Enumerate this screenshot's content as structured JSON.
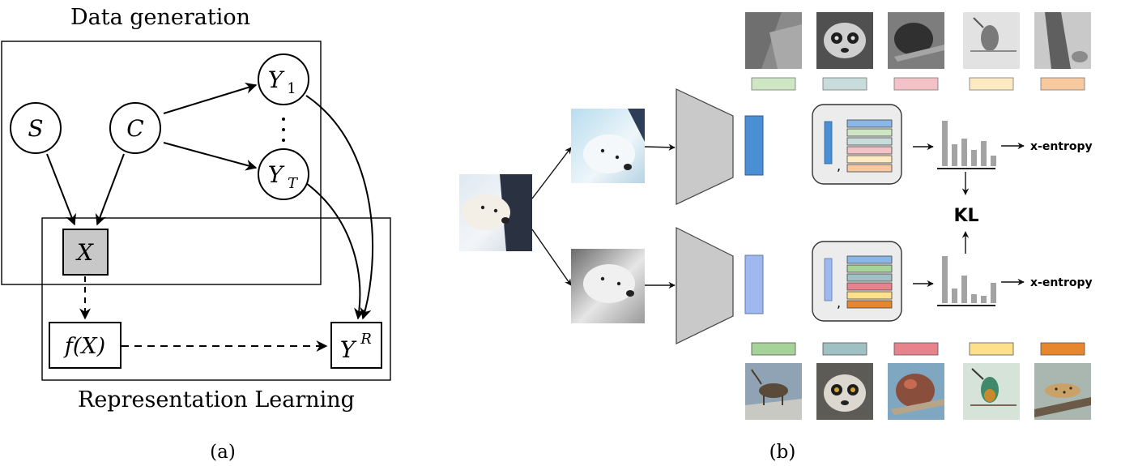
{
  "panel_a": {
    "title_top": "Data generation",
    "title_bottom": "Representation Learning",
    "caption": "(a)",
    "nodes": {
      "S": "S",
      "C": "C",
      "Y1": "Y",
      "Y1_sub": "1",
      "YT": "Y",
      "YT_sub": "T",
      "X": "X",
      "fX": "f(X)",
      "YR": "Y",
      "YR_sup": "R"
    }
  },
  "panel_b": {
    "caption": "(b)",
    "loss_top": "x-entropy",
    "loss_bottom": "x-entropy",
    "kl": "KL",
    "comma": ",",
    "colors": {
      "embed_dark": "#4a8fd4",
      "embed_light": "#9fb9ee",
      "prototype_top": [
        "#cfe6c4",
        "#c9dcdc",
        "#f3c2c6",
        "#fde9c2",
        "#f8c89f"
      ],
      "prototype_bottom": [
        "#a6d39a",
        "#9fc1c4",
        "#e8838e",
        "#fde08a",
        "#e8862e"
      ]
    },
    "images_top": [
      "rock-gray-image",
      "lemur-gray-image",
      "bird-gray-image",
      "hummingbird-gray-image",
      "tree-gray-image"
    ],
    "images_bottom": [
      "ibex-image",
      "lemur-image",
      "bird-image",
      "hummingbird-image",
      "leopard-image"
    ],
    "input_image": "polar-bear-image"
  }
}
